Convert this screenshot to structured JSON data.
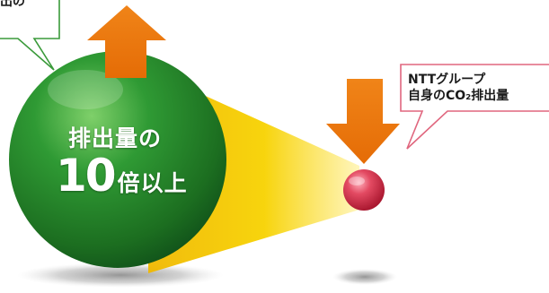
{
  "callout_left": {
    "text": "出の"
  },
  "callout_right": {
    "line1": "NTTグループ",
    "line2": "自身のCO₂排出量"
  },
  "big_ball": {
    "line1": "排出量の",
    "number": "10",
    "suffix": "倍以上"
  },
  "colors": {
    "big_ball": "#2e8b2e",
    "small_ball": "#d9364f",
    "arrow": "#ef7a0c",
    "beam": "#f5c800",
    "callout_left_border": "#3a9a3a",
    "callout_right_border": "#e0667e"
  }
}
